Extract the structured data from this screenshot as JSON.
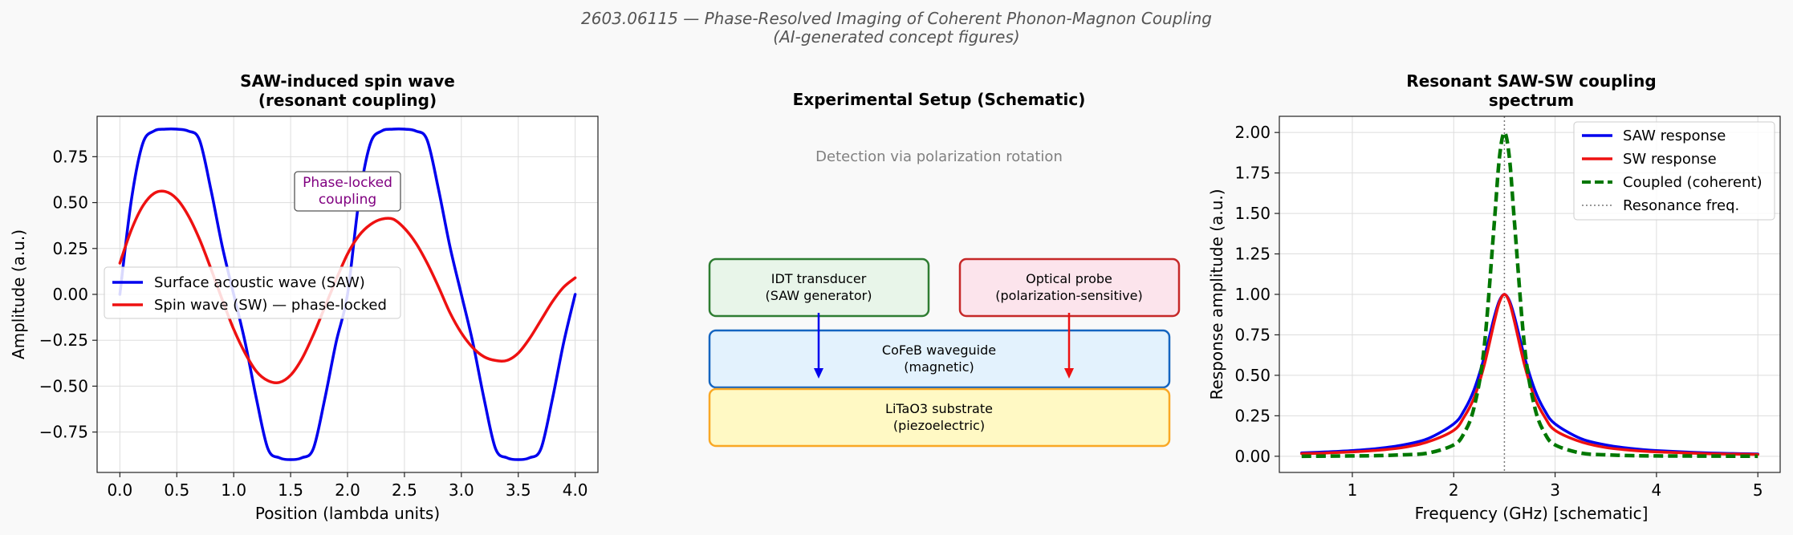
{
  "figure": {
    "suptitle_line1": "2603.06115 — Phase-Resolved Imaging of Coherent Phonon-Magnon Coupling",
    "suptitle_line2": "(AI-generated concept figures)"
  },
  "chart_data": [
    {
      "type": "line",
      "title": [
        "SAW-induced spin wave",
        "(resonant coupling)"
      ],
      "xlabel": "Position (lambda units)",
      "ylabel": "Amplitude (a.u.)",
      "xlim": [
        -0.2,
        4.2
      ],
      "ylim": [
        -0.97,
        0.97
      ],
      "xticks": [
        0.0,
        0.5,
        1.0,
        1.5,
        2.0,
        2.5,
        3.0,
        3.5,
        4.0
      ],
      "xtick_labels": [
        "0.0",
        "0.5",
        "1.0",
        "1.5",
        "2.0",
        "2.5",
        "3.0",
        "3.5",
        "4.0"
      ],
      "yticks": [
        -0.75,
        -0.5,
        -0.25,
        0.0,
        0.25,
        0.5,
        0.75
      ],
      "ytick_labels": [
        "−0.75",
        "−0.50",
        "−0.25",
        "0.00",
        "0.25",
        "0.50",
        "0.75"
      ],
      "grid": true,
      "legend_position": "center-left",
      "x": [
        0.0,
        0.1,
        0.2,
        0.3,
        0.4,
        0.5,
        0.6,
        0.7,
        0.8,
        0.9,
        1.0,
        1.1,
        1.2,
        1.3,
        1.4,
        1.5,
        1.6,
        1.7,
        1.8,
        1.9,
        2.0,
        2.1,
        2.2,
        2.3,
        2.4,
        2.5,
        2.6,
        2.7,
        2.8,
        2.9,
        3.0,
        3.1,
        3.2,
        3.3,
        3.4,
        3.5,
        3.6,
        3.7,
        3.8,
        3.9,
        4.0
      ],
      "series": [
        {
          "name": "Surface acoustic wave (SAW)",
          "color": "#0000ee",
          "values": [
            0.0,
            0.51,
            0.82,
            0.89,
            0.9,
            0.9,
            0.89,
            0.84,
            0.57,
            0.26,
            0.0,
            -0.26,
            -0.57,
            -0.84,
            -0.89,
            -0.9,
            -0.89,
            -0.84,
            -0.57,
            -0.26,
            0.0,
            0.51,
            0.82,
            0.89,
            0.9,
            0.9,
            0.89,
            0.84,
            0.57,
            0.26,
            0.0,
            -0.26,
            -0.57,
            -0.84,
            -0.89,
            -0.9,
            -0.89,
            -0.84,
            -0.57,
            -0.26,
            0.0
          ]
        },
        {
          "name": "Spin wave (SW) — phase-locked",
          "color": "#ee1111",
          "values": [
            0.17,
            0.35,
            0.48,
            0.55,
            0.56,
            0.52,
            0.43,
            0.3,
            0.14,
            -0.03,
            -0.19,
            -0.32,
            -0.42,
            -0.47,
            -0.48,
            -0.44,
            -0.35,
            -0.22,
            -0.07,
            0.08,
            0.22,
            0.32,
            0.38,
            0.41,
            0.41,
            0.36,
            0.28,
            0.17,
            0.04,
            -0.1,
            -0.21,
            -0.29,
            -0.34,
            -0.36,
            -0.36,
            -0.32,
            -0.24,
            -0.14,
            -0.04,
            0.04,
            0.09
          ]
        }
      ],
      "annotation": {
        "line1": "Phase-locked",
        "line2": "coupling",
        "x": 2.0,
        "y": 0.57,
        "color": "#800080"
      }
    },
    {
      "type": "diagram",
      "title": "Experimental Setup (Schematic)",
      "note": "Detection via polarization rotation",
      "boxes": [
        {
          "line1": "IDT transducer",
          "line2": "(SAW generator)",
          "fill": "#e8f5e9",
          "stroke": "#2e7d32"
        },
        {
          "line1": "Optical probe",
          "line2": "(polarization-sensitive)",
          "fill": "#fce4ec",
          "stroke": "#c62828"
        },
        {
          "line1": "CoFeB waveguide",
          "line2": "(magnetic)",
          "fill": "#e3f2fd",
          "stroke": "#1565c0"
        },
        {
          "line1": "LiTaO3 substrate",
          "line2": "(piezoelectric)",
          "fill": "#fff9c4",
          "stroke": "#f9a825"
        }
      ],
      "arrow_colors": [
        "#0000ee",
        "#ee1111"
      ]
    },
    {
      "type": "line",
      "title": [
        "Resonant SAW-SW coupling",
        "spectrum"
      ],
      "xlabel": "Frequency (GHz) [schematic]",
      "ylabel": "Response amplitude (a.u.)",
      "xlim": [
        0.28,
        5.22
      ],
      "ylim": [
        -0.1,
        2.1
      ],
      "xticks": [
        1,
        2,
        3,
        4,
        5
      ],
      "xtick_labels": [
        "1",
        "2",
        "3",
        "4",
        "5"
      ],
      "yticks": [
        0.0,
        0.25,
        0.5,
        0.75,
        1.0,
        1.25,
        1.5,
        1.75,
        2.0
      ],
      "ytick_labels": [
        "0.00",
        "0.25",
        "0.50",
        "0.75",
        "1.00",
        "1.25",
        "1.50",
        "1.75",
        "2.00"
      ],
      "grid": true,
      "legend_position": "top-right",
      "x": [
        0.5,
        0.75,
        1.0,
        1.25,
        1.5,
        1.75,
        2.0,
        2.1,
        2.2,
        2.3,
        2.4,
        2.45,
        2.5,
        2.55,
        2.6,
        2.7,
        2.8,
        2.9,
        3.0,
        3.25,
        3.5,
        3.75,
        4.0,
        4.5,
        5.0
      ],
      "series": [
        {
          "name": "SAW response",
          "color": "#0000ee",
          "style": "solid",
          "values": [
            0.021,
            0.027,
            0.035,
            0.048,
            0.07,
            0.11,
            0.2,
            0.28,
            0.41,
            0.61,
            0.86,
            0.96,
            1.0,
            0.96,
            0.86,
            0.61,
            0.41,
            0.28,
            0.2,
            0.11,
            0.07,
            0.048,
            0.035,
            0.021,
            0.014
          ]
        },
        {
          "name": "SW response",
          "color": "#ee1111",
          "style": "solid",
          "values": [
            0.016,
            0.02,
            0.027,
            0.037,
            0.054,
            0.09,
            0.16,
            0.24,
            0.36,
            0.56,
            0.83,
            0.95,
            1.0,
            0.95,
            0.83,
            0.56,
            0.36,
            0.24,
            0.16,
            0.09,
            0.054,
            0.037,
            0.027,
            0.016,
            0.011
          ]
        },
        {
          "name": "Coupled (coherent)",
          "color": "#007700",
          "style": "dashed",
          "values": [
            0.0,
            0.001,
            0.002,
            0.004,
            0.009,
            0.02,
            0.07,
            0.14,
            0.3,
            0.67,
            1.44,
            1.84,
            2.0,
            1.84,
            1.44,
            0.67,
            0.3,
            0.14,
            0.07,
            0.02,
            0.009,
            0.004,
            0.002,
            0.001,
            0.0
          ]
        }
      ],
      "vline": {
        "name": "Resonance freq.",
        "x": 2.5,
        "color": "#777777"
      }
    }
  ]
}
